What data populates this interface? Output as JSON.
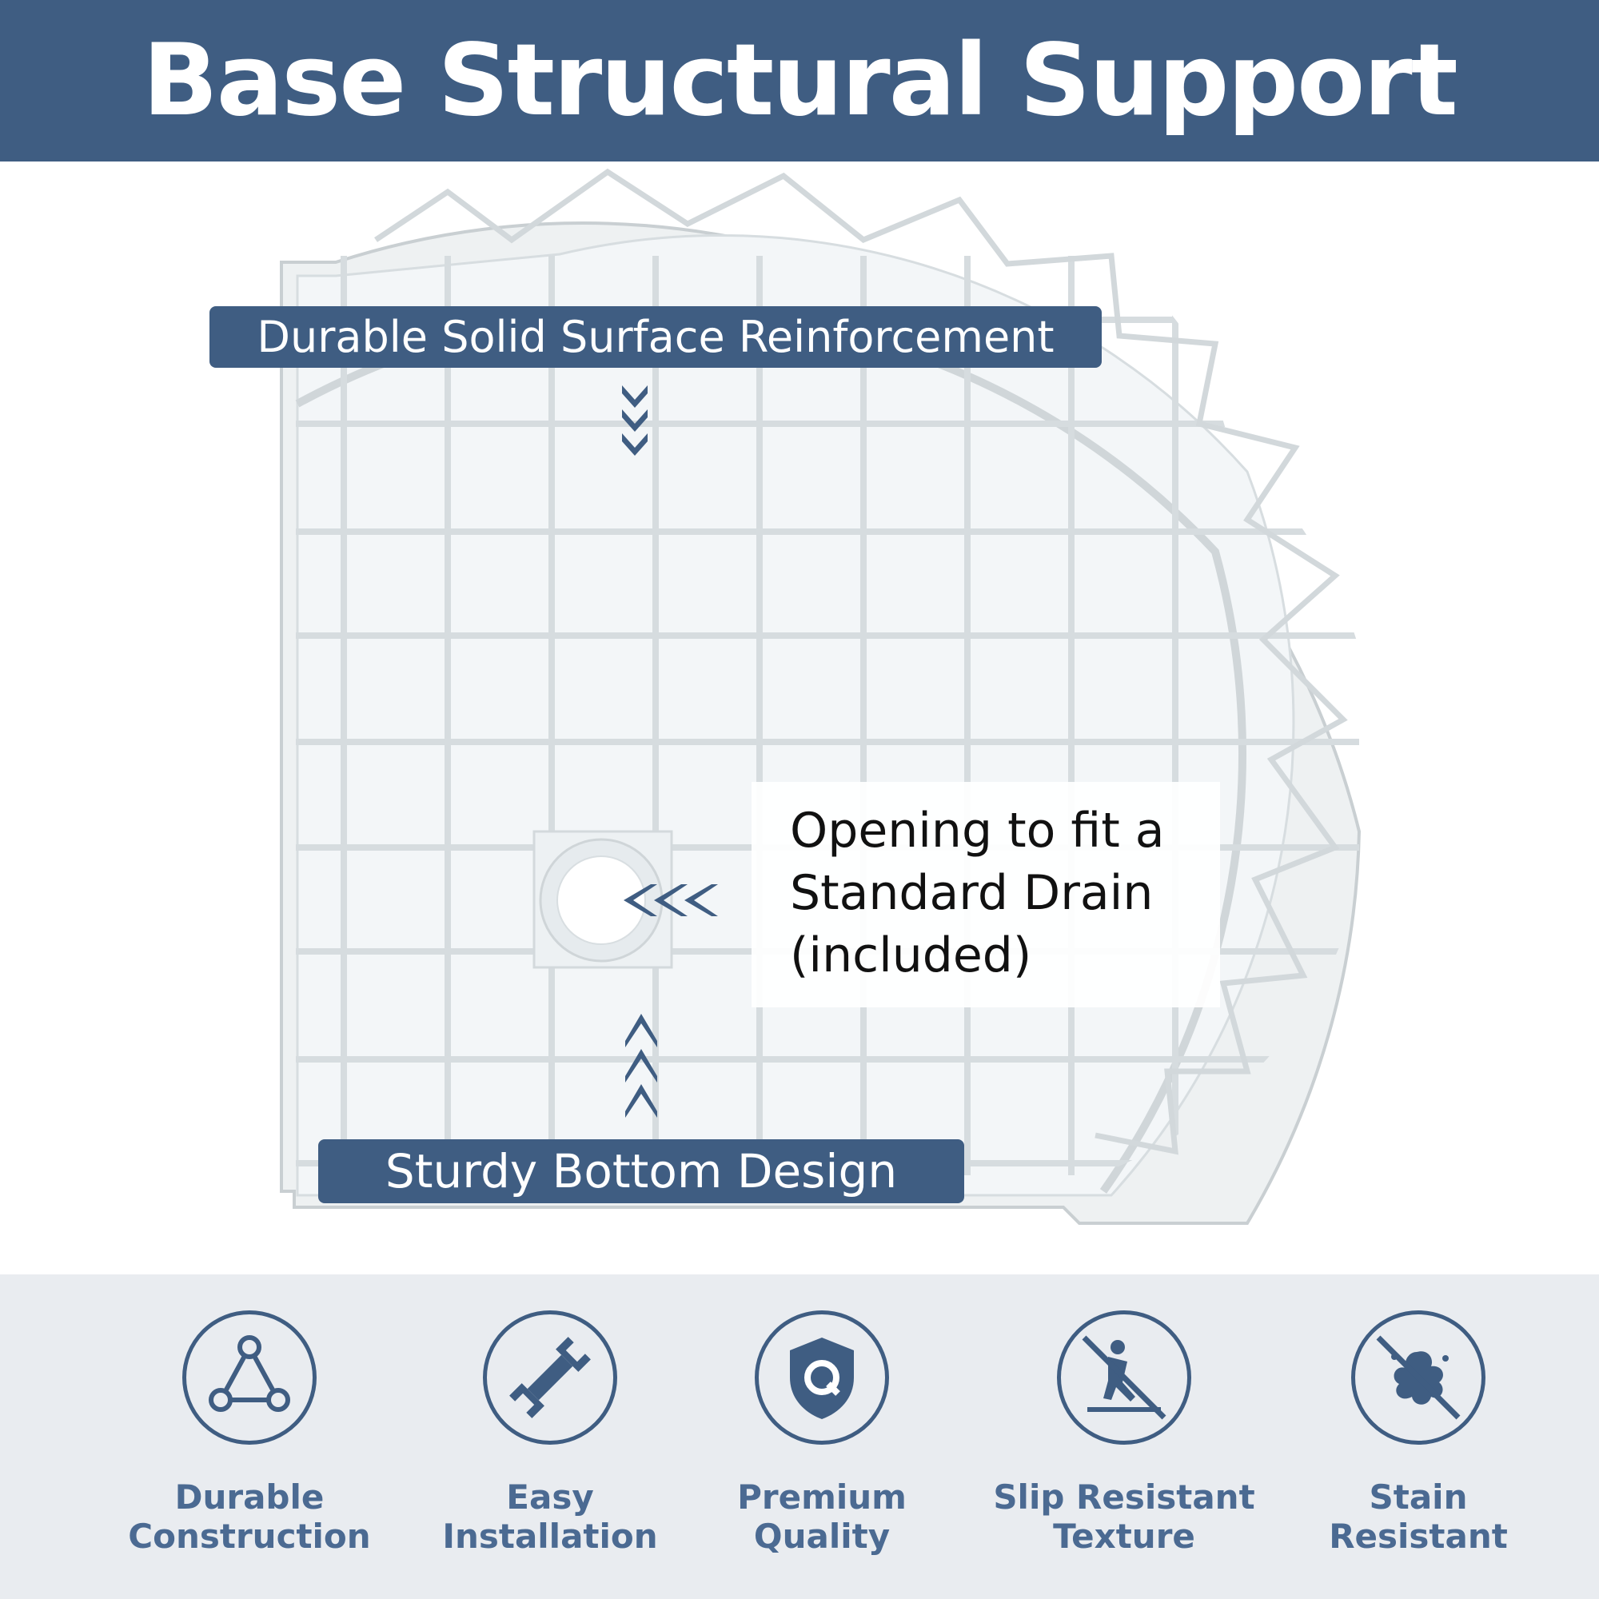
{
  "header": {
    "title": "Base Structural Support"
  },
  "callouts": {
    "top_label": "Durable Solid Surface Reinforcement",
    "bottom_label": "Sturdy Bottom Design",
    "drain_lines": [
      "Opening to fit a",
      "Standard Drain",
      "(included)"
    ]
  },
  "features": [
    {
      "icon": "triangle-nodes-icon",
      "line1": "Durable",
      "line2": "Construction"
    },
    {
      "icon": "wrench-icon",
      "line1": "Easy",
      "line2": "Installation"
    },
    {
      "icon": "shield-q-icon",
      "line1": "Premium",
      "line2": "Quality"
    },
    {
      "icon": "no-slip-icon",
      "line1": "Slip Resistant",
      "line2": "Texture"
    },
    {
      "icon": "no-stain-icon",
      "line1": "Stain",
      "line2": "Resistant"
    }
  ],
  "colors": {
    "brand": "#3f5d82",
    "feature_text": "#4b6a92",
    "feature_bg": "#e9ecf0"
  }
}
